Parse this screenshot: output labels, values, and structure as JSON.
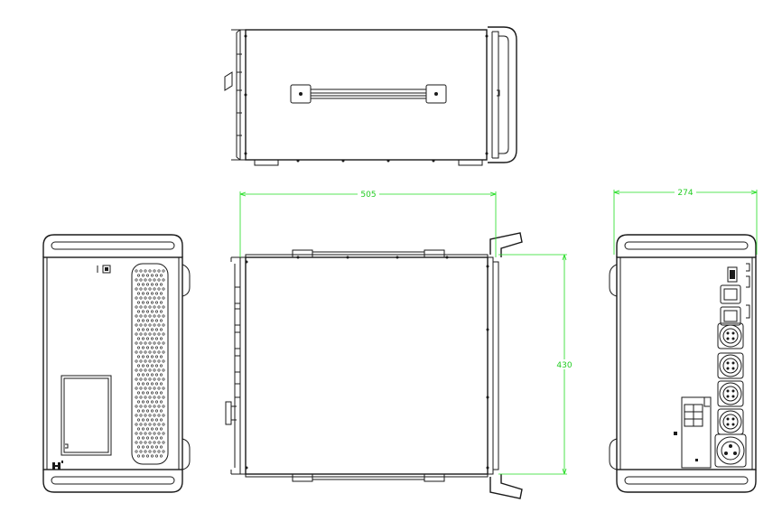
{
  "dimensions": {
    "width_label": "505",
    "height_label": "430",
    "depth_label": "274"
  },
  "colors": {
    "line": "#1a1a1a",
    "dimension": "#22cc22",
    "background": "#ffffff"
  },
  "views": [
    "top-view",
    "left-side-view",
    "front-view",
    "right-side-view"
  ]
}
